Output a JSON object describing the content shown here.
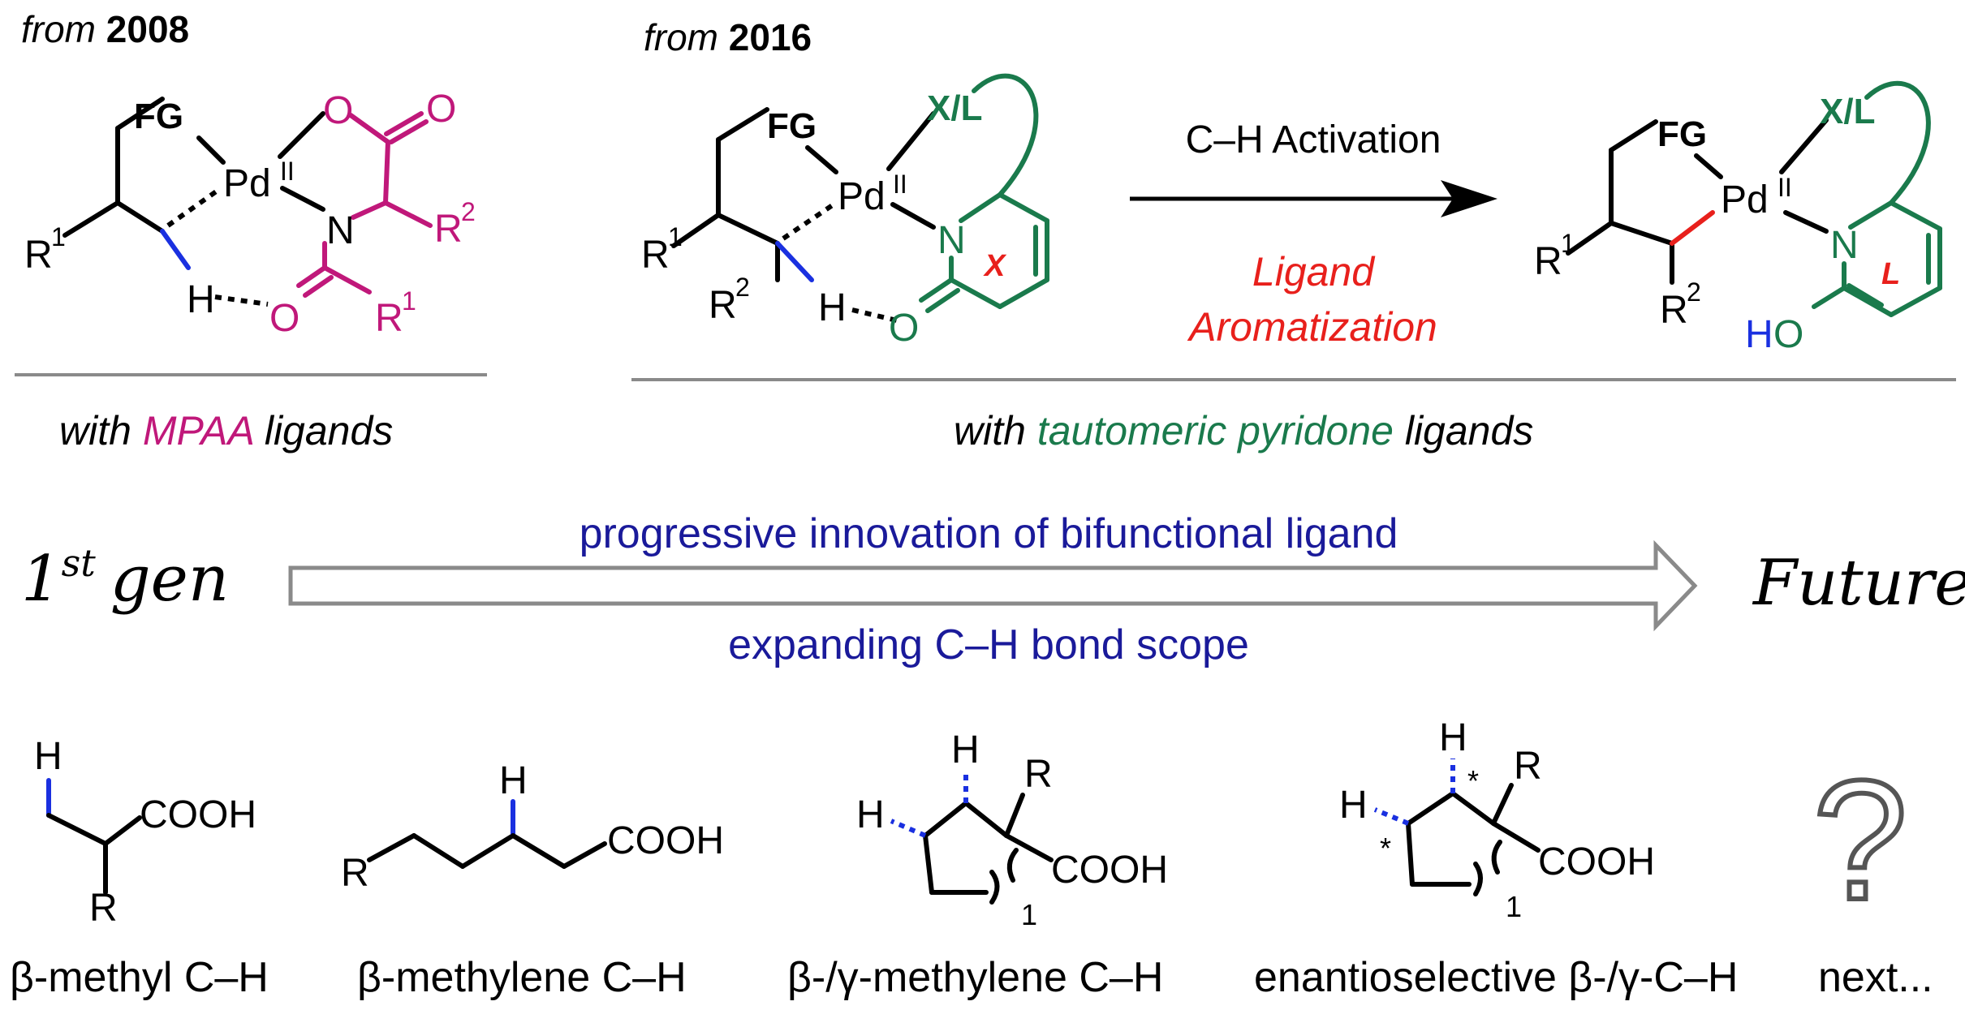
{
  "headers": {
    "left_prefix": "from ",
    "left_year": "2008",
    "right_prefix": "from ",
    "right_year": "2016"
  },
  "atoms": {
    "FG": "FG",
    "Pd": "Pd",
    "Pd_ox": "II",
    "O": "O",
    "N": "N",
    "H": "H",
    "R": "R",
    "sup1": "1",
    "sup2": "2",
    "XL": "X/L",
    "HO": "HO",
    "COOH": "COOH",
    "sub1": "1",
    "star": "*"
  },
  "ligand_tags": {
    "before": "X",
    "after": "L"
  },
  "reaction_arrow": {
    "top_label": "C–H Activation",
    "bottom_line1": "Ligand",
    "bottom_line2": "Aromatization"
  },
  "captions": {
    "left_pre": "with ",
    "left_highlight": "MPAA",
    "left_post": " ligands",
    "right_pre": "with ",
    "right_highlight": "tautomeric pyridone",
    "right_post": " ligands"
  },
  "progress": {
    "start": "1st gen",
    "start_base": "1",
    "start_sup": "st",
    "start_word": "gen",
    "end": "Future",
    "top_text": "progressive innovation of bifunctional ligand",
    "bottom_text": "expanding C–H bond scope"
  },
  "scope": [
    {
      "label": "β-methyl C–H"
    },
    {
      "label": "β-methylene C–H"
    },
    {
      "label": "β-/γ-methylene C–H"
    },
    {
      "label": "enantioselective β-/γ-C–H"
    },
    {
      "label": "next..."
    }
  ],
  "question_mark": "?",
  "colors": {
    "black": "#000000",
    "magenta": "#c0187a",
    "green": "#1a7a4c",
    "blue": "#1a30e0",
    "red": "#e8201c",
    "navy": "#1a1a9a",
    "gray": "#8a8a8a"
  }
}
